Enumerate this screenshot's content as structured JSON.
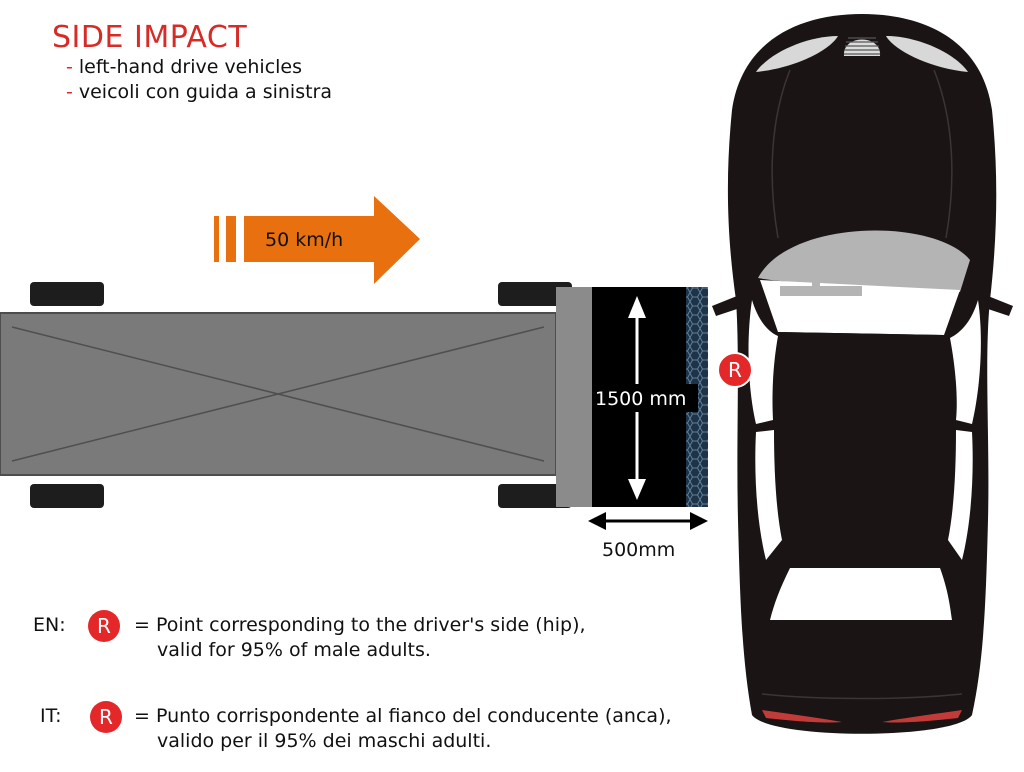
{
  "header": {
    "title": "SIDE IMPACT",
    "lines": [
      "left-hand drive vehicles",
      "veicoli con guida a sinistra"
    ]
  },
  "diagram": {
    "speed_label": "50 km/h",
    "barrier_height_label": "1500 mm",
    "barrier_depth_label": "500mm",
    "r_marker": "R"
  },
  "legend": [
    {
      "lang": "EN:",
      "badge": "R",
      "line1": "= Point corresponding to the driver's side (hip),",
      "line2": "valid for 95% of male adults."
    },
    {
      "lang": "IT:",
      "badge": "R",
      "line1": "= Punto corrispondente al fianco del conducente (anca),",
      "line2": "valido per il 95% dei maschi adulti."
    }
  ],
  "colors": {
    "accent_red": "#d62b26",
    "arrow_orange": "#e8700f",
    "trolley_grey": "#7a7a7a",
    "car_black": "#1a1414"
  }
}
